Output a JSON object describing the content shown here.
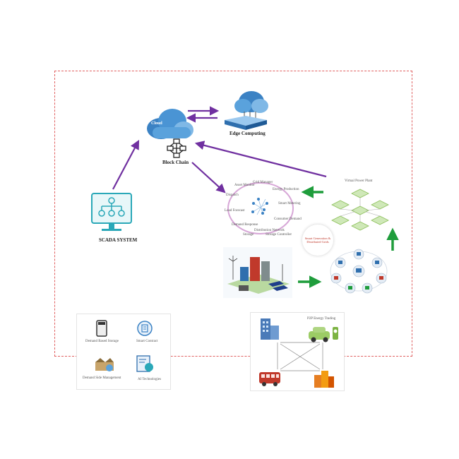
{
  "nodes": {
    "cloud": "Cloud",
    "edge": "Edge Computing",
    "blockchain": "Block Chain",
    "scada": "SCADA SYSTEM",
    "vpp": "Virtual Power Plant",
    "center_note": "Smart Generation & Distributed Grids"
  },
  "ring_labels": [
    "Grid Manager",
    "Energy Production",
    "Smart Metering",
    "Consumer Demand",
    "Distribution Network",
    "Demand Response",
    "Load Forecast",
    "Dispatch",
    "Asset Monitor",
    "Storage",
    "Storage Controller"
  ],
  "bottom_left": {
    "items": [
      "Demand Based Storage",
      "Smart Contract",
      "Demand Side Management",
      "AI Technologies"
    ]
  },
  "bottom_right": {
    "title": "P2P Energy Trading"
  },
  "colors": {
    "arrow_purple": "#7030a0",
    "arrow_green": "#1f9d3c",
    "dashed_border": "#e06060",
    "cloud_blue": "#3b82c4",
    "scada_teal": "#2aa8b8"
  }
}
